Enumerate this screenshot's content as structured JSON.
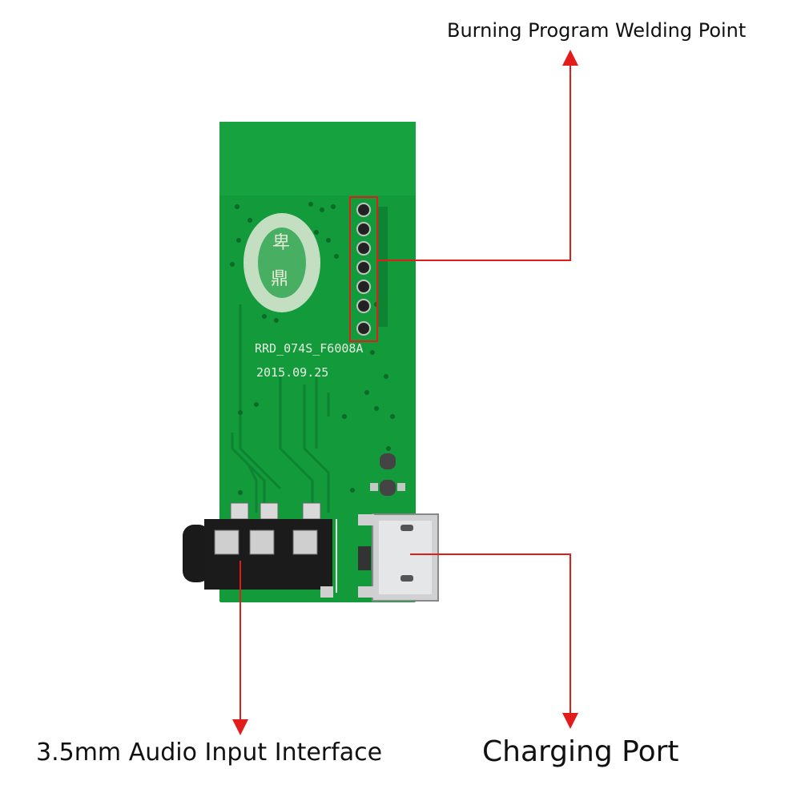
{
  "annotations": {
    "burning_point": "Burning Program Welding Point",
    "audio_input": "3.5mm Audio Input Interface",
    "charging_port": "Charging Port"
  },
  "board": {
    "model": "RRD_074S_F6008A",
    "date": "2015.09.25"
  },
  "colors": {
    "pcb": "#139a3a",
    "pcb_dark": "#0c7a2c",
    "leader_line": "#e21b1b",
    "text": "#111111"
  }
}
